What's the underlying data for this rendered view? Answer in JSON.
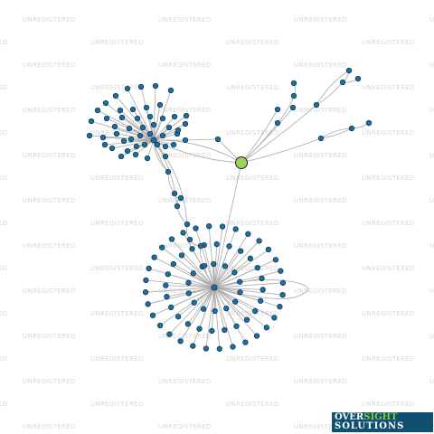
{
  "watermark": {
    "text": "UNREGISTERED",
    "color": "#d8d8d8"
  },
  "graph": {
    "edge_color": "#a9a9a9",
    "node_color": "#1b6ea0",
    "hub_color": "#9bd35a",
    "clusters": [
      {
        "id": "upper-cluster",
        "leaf_count": 48
      },
      {
        "id": "lower-cluster",
        "leaf_count": 70
      }
    ],
    "hub_node": {
      "id": "highlighted-hub"
    }
  },
  "logo": {
    "line1_a": "OVER",
    "line1_b": "SIGHT",
    "line2": "SOLUTIONS"
  }
}
